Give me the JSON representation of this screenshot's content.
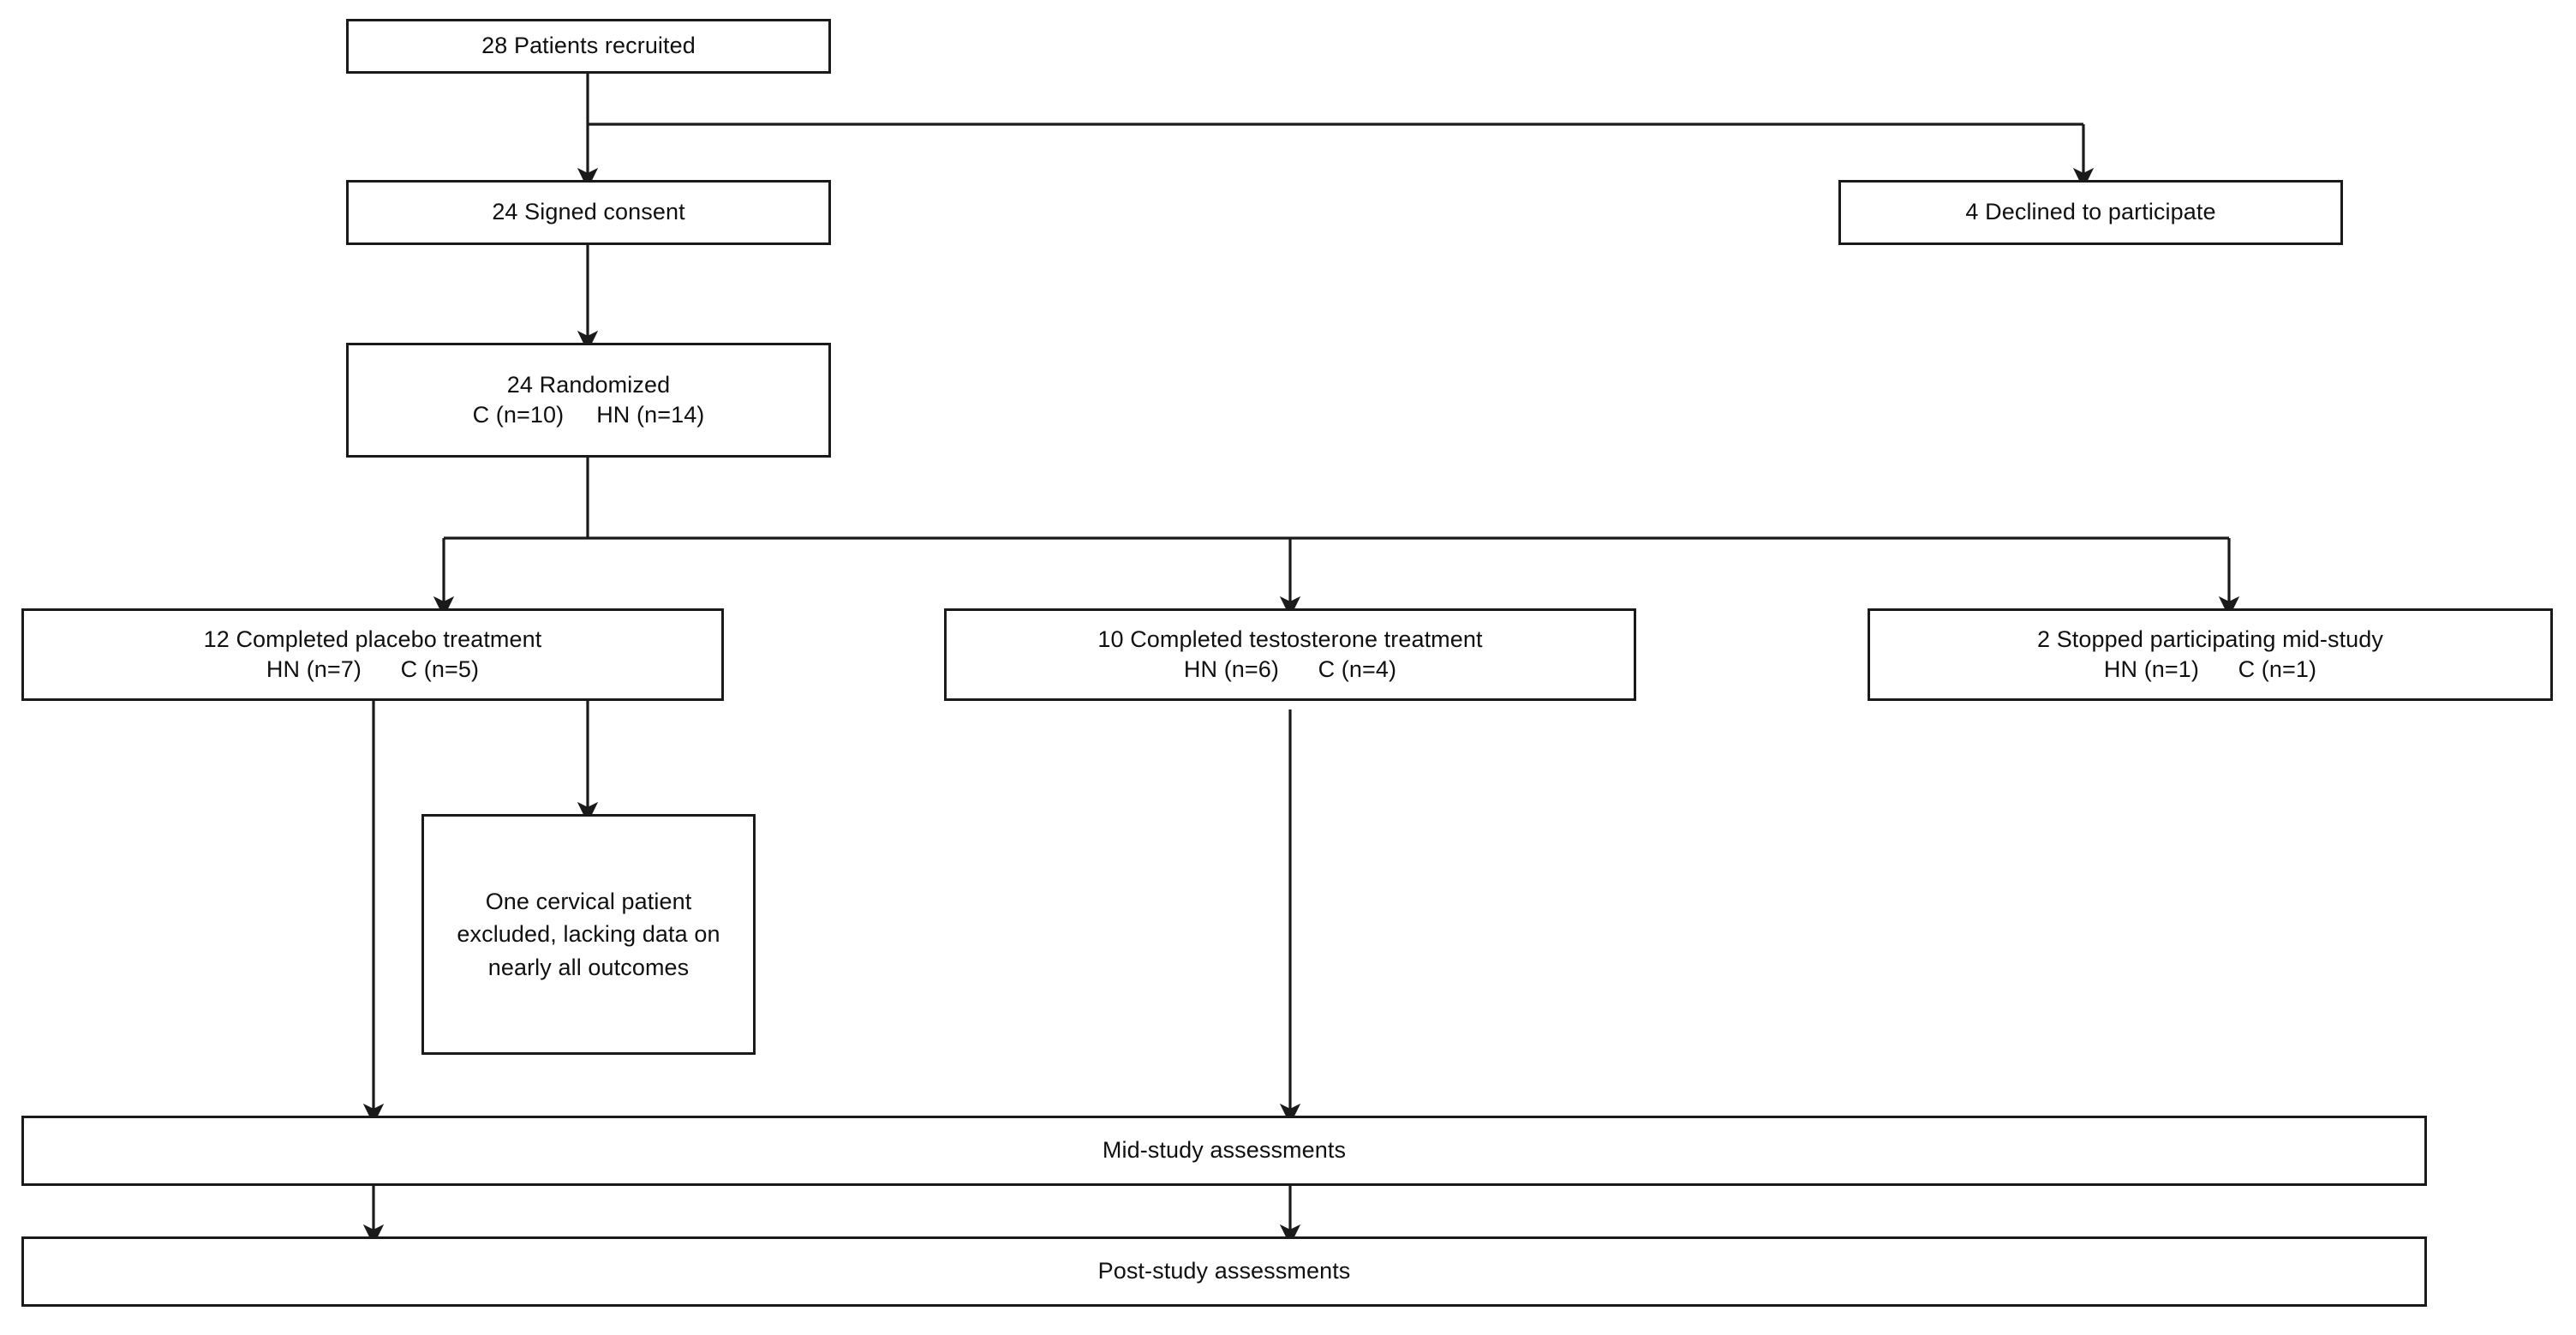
{
  "diagram": {
    "title": "CONSORT participant flow diagram",
    "stroke_color": "#1a1a1a",
    "text_color": "#101010",
    "background_color": "#ffffff"
  },
  "nodes": {
    "recruited": {
      "line1_plain": "28 Patients ",
      "line1_emphasis": "recruited"
    },
    "consent": {
      "line1": "24 Signed consent"
    },
    "declined": {
      "line1": "4 Declined to participate"
    },
    "randomized": {
      "line1": "24 Randomized",
      "line2": "C (n=10)     HN (n=14)"
    },
    "placebo": {
      "line1": "12 Completed placebo treatment",
      "line2": "HN (n=7)      C (n=5)"
    },
    "testosterone": {
      "line1": "10 Completed testosterone treatment",
      "line2": "HN (n=6)      C (n=4)"
    },
    "stopped": {
      "line1": "2 Stopped participating mid-study",
      "line2": "HN (n=1)      C (n=1)"
    },
    "excluded": {
      "text": "One cervical patient excluded, lacking data on nearly all outcomes"
    },
    "mid_study": {
      "line1": "Mid-study assessments"
    },
    "post_study": {
      "line1": "Post-study assessments"
    }
  }
}
